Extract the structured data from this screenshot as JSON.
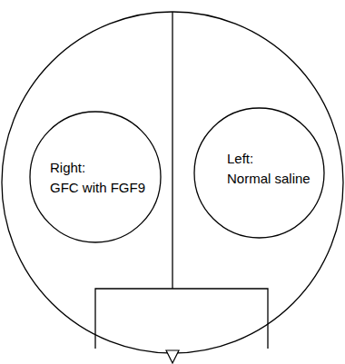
{
  "diagram": {
    "nodes": [
      {
        "text": [
          "Right:",
          "GFC with FGF9"
        ]
      },
      {
        "text": [
          "Left:",
          "Normal saline"
        ]
      }
    ]
  }
}
